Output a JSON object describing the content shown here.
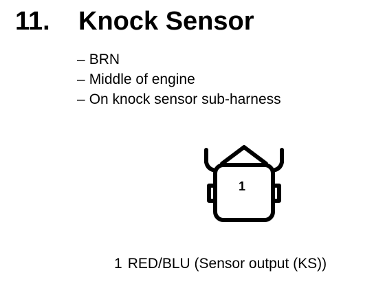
{
  "section": {
    "number": "11.",
    "title": "Knock Sensor"
  },
  "details": [
    {
      "dash": "–",
      "text": "BRN"
    },
    {
      "dash": "–",
      "text": "Middle of engine"
    },
    {
      "dash": "–",
      "text": "On knock sensor sub-harness"
    }
  ],
  "connector": {
    "pin_label": "1"
  },
  "pins": [
    {
      "number": "1",
      "description": "RED/BLU (Sensor output (KS))"
    }
  ]
}
